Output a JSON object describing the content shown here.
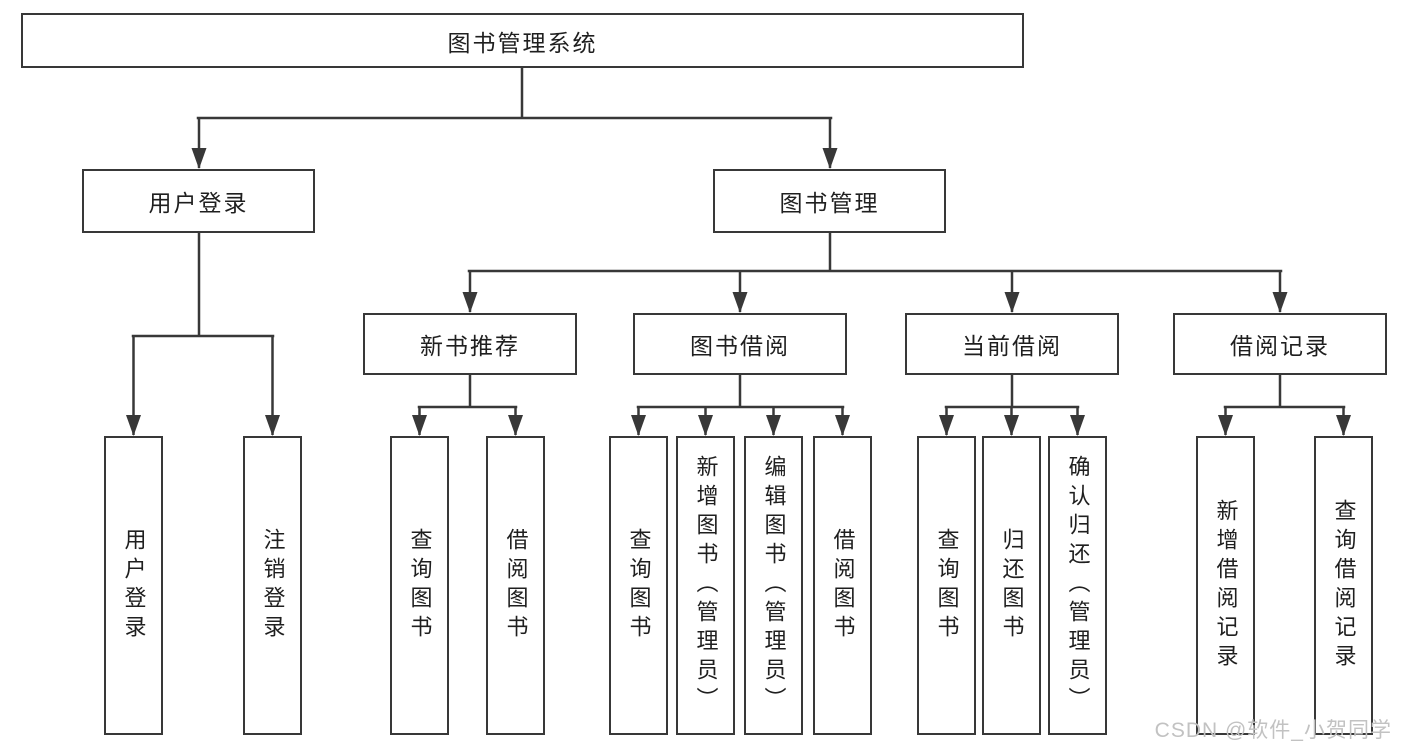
{
  "colors": {
    "line": "#383838",
    "text": "#1f1f1f",
    "box_bg": "#ffffff",
    "background": "#ffffff",
    "watermark": "#c2c2c2"
  },
  "tree": {
    "root": "图书管理系统",
    "branches": [
      {
        "label": "用户登录",
        "children": [
          "用户登录",
          "注销登录"
        ]
      },
      {
        "label": "图书管理",
        "children": [
          {
            "label": "新书推荐",
            "children": [
              "查询图书",
              "借阅图书"
            ]
          },
          {
            "label": "图书借阅",
            "children": [
              "查询图书",
              "新增图书（管理员）",
              "编辑图书（管理员）",
              "借阅图书"
            ]
          },
          {
            "label": "当前借阅",
            "children": [
              "查询图书",
              "归还图书",
              "确认归还（管理员）"
            ]
          },
          {
            "label": "借阅记录",
            "children": [
              "新增借阅记录",
              "查询借阅记录"
            ]
          }
        ]
      }
    ]
  },
  "watermark": {
    "text": "CSDN @软件_小贺同学"
  }
}
